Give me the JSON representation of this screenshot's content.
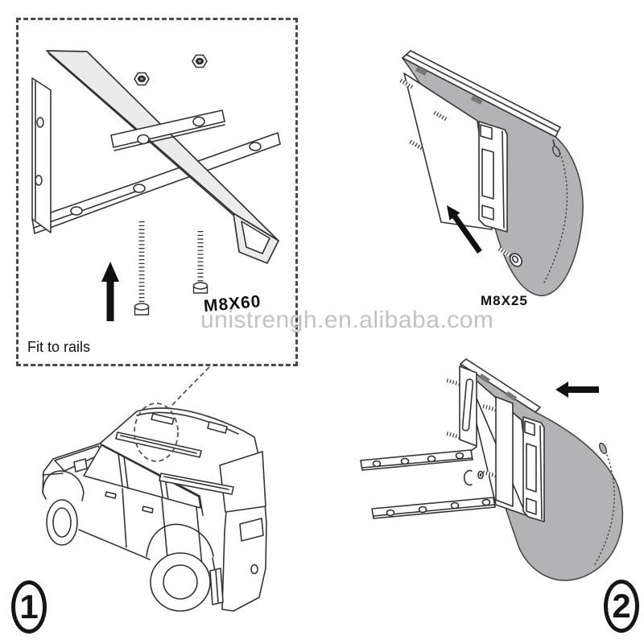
{
  "watermark": "unistrengh.en.alibaba.com",
  "parts_panel": {
    "note": "Fit to rails",
    "bolt_size": "M8X60"
  },
  "awning_panel": {
    "bolt_size": "M8X25"
  },
  "steps": [
    {
      "number": "1"
    },
    {
      "number": "2"
    }
  ],
  "colors": {
    "line": "#333333",
    "awning_fill": "#b3b3b5",
    "bar_fill": "#ebebec",
    "watermark": "#bcbcbc",
    "arrow": "#111111"
  },
  "icons": {
    "up_arrow": "↑",
    "up_left_arrow": "↖",
    "left_arrow": "←"
  }
}
